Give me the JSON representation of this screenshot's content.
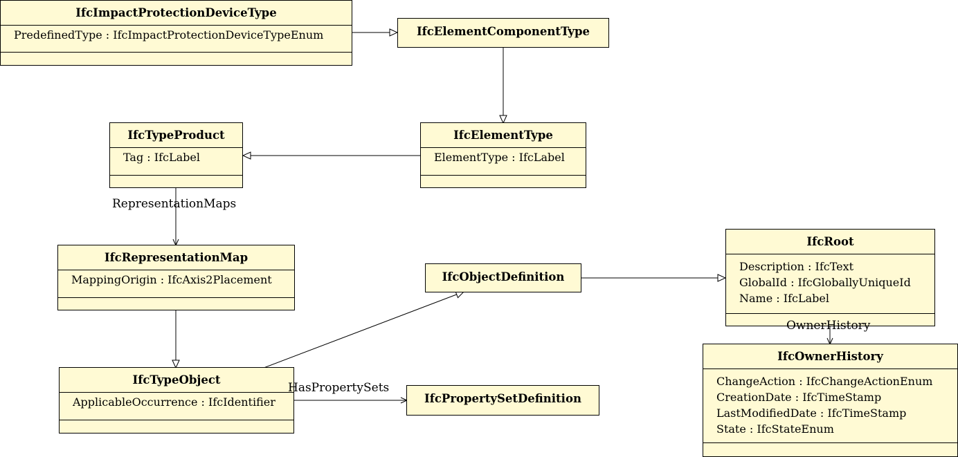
{
  "classes": {
    "impact_protection_device_type": {
      "name": "IfcImpactProtectionDeviceType",
      "attributes": [
        "PredefinedType : IfcImpactProtectionDeviceTypeEnum"
      ]
    },
    "element_component_type": {
      "name": "IfcElementComponentType",
      "attributes": []
    },
    "type_product": {
      "name": "IfcTypeProduct",
      "attributes": [
        "Tag : IfcLabel"
      ]
    },
    "element_type": {
      "name": "IfcElementType",
      "attributes": [
        "ElementType : IfcLabel"
      ]
    },
    "representation_map": {
      "name": "IfcRepresentationMap",
      "attributes": [
        "MappingOrigin : IfcAxis2Placement"
      ]
    },
    "object_definition": {
      "name": "IfcObjectDefinition",
      "attributes": []
    },
    "root": {
      "name": "IfcRoot",
      "attributes": [
        "Description : IfcText",
        "GlobalId : IfcGloballyUniqueId",
        "Name : IfcLabel"
      ]
    },
    "type_object": {
      "name": "IfcTypeObject",
      "attributes": [
        "ApplicableOccurrence : IfcIdentifier"
      ]
    },
    "property_set_definition": {
      "name": "IfcPropertySetDefinition",
      "attributes": []
    },
    "owner_history": {
      "name": "IfcOwnerHistory",
      "attributes": [
        "ChangeAction : IfcChangeActionEnum",
        "CreationDate : IfcTimeStamp",
        "LastModifiedDate : IfcTimeStamp",
        "State : IfcStateEnum"
      ]
    }
  },
  "relationships": {
    "representation_maps": "RepresentationMaps",
    "has_property_sets": "HasPropertySets",
    "owner_history": "OwnerHistory"
  }
}
